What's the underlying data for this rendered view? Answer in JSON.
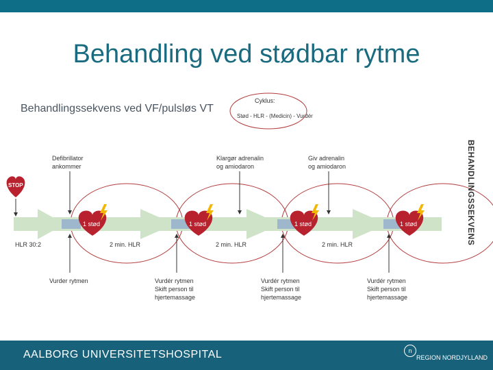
{
  "header": {
    "title": "Behandling ved stødbar rytme"
  },
  "diagram": {
    "heading": "Behandlingssekvens ved VF/pulsløs VT",
    "cycle_title": "Cyklus:",
    "cycle_text": "Stød - HLR - (Medicin) - Vurdér",
    "side_label": "BEHANDLINGSSEKVENS",
    "stop_label": "STOP",
    "start_label": "HLR 30:2",
    "shock_label": "1 stød",
    "hlr_label": "2 min. HLR",
    "defib_line1": "Defibrillator",
    "defib_line2": "ankommer",
    "assess_first": "Vurder rytmen",
    "adrenalin1_line1": "Klargør adrenalin",
    "adrenalin1_line2": "og amiodaron",
    "adrenalin2_line1": "Giv adrenalin",
    "adrenalin2_line2": "og amiodaron",
    "assess_line1": "Vurdér rytmen",
    "assess_line2": "Skift person til",
    "assess_line3": "hjertemassage"
  },
  "footer": {
    "hospital": "AALBORG UNIVERSITETSHOSPITAL",
    "region_logo": "n",
    "region": "REGION NORDJYLLAND"
  },
  "colors": {
    "top_bar": "#0f6e87",
    "footer": "#17617a",
    "title": "#1a6b80",
    "arrow_band": "#cfe3c8",
    "heart": "#b8222e",
    "bolt": "#f2b705"
  }
}
